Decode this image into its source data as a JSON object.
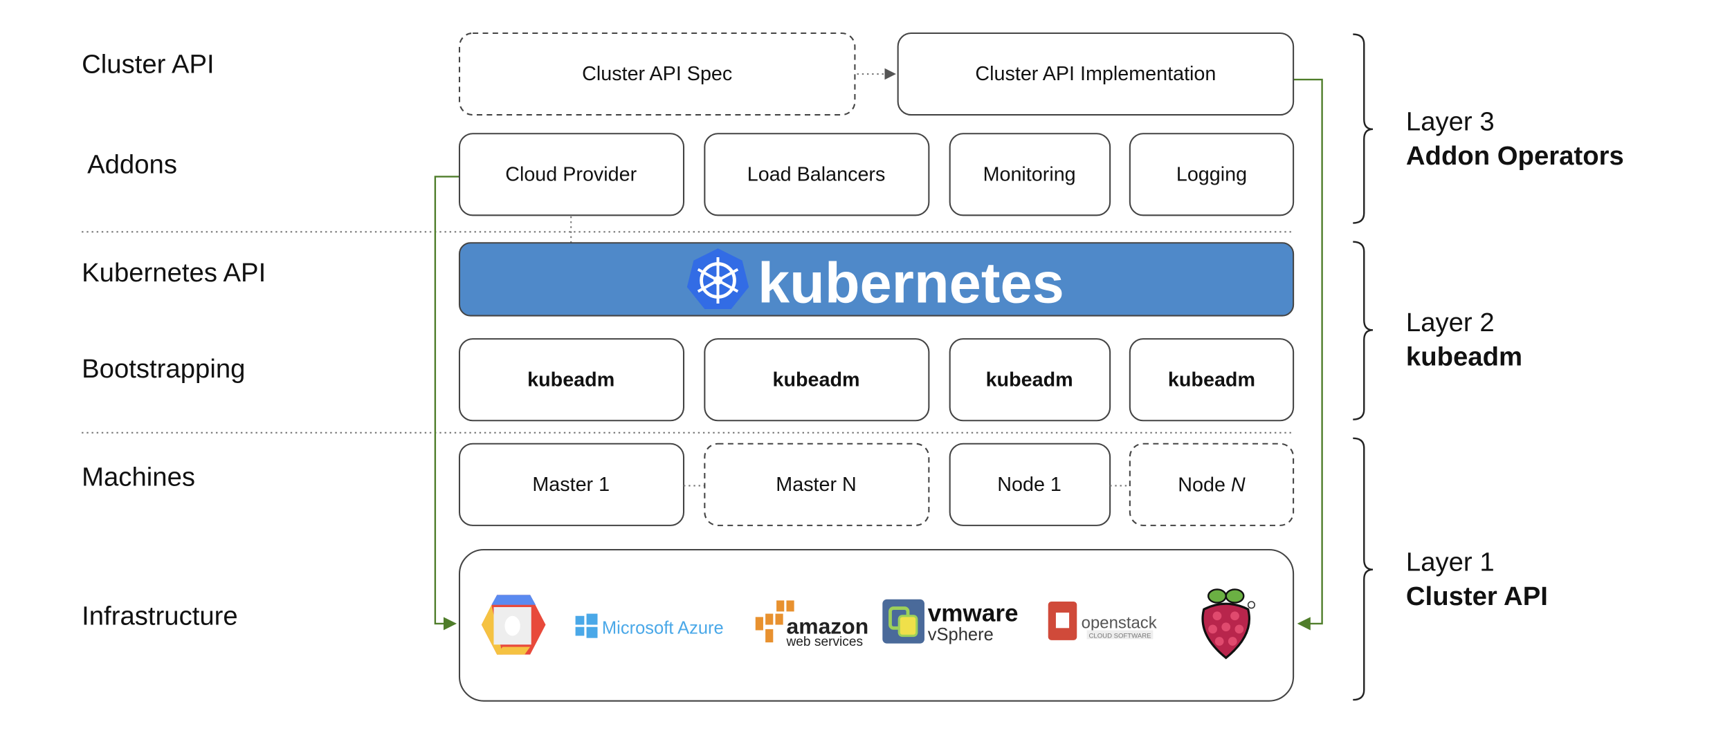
{
  "row_labels": [
    "Cluster API",
    "Addons",
    "Kubernetes API",
    "Bootstrapping",
    "Machines",
    "Infrastructure"
  ],
  "cluster_api": {
    "spec": "Cluster API Spec",
    "implementation": "Cluster API Implementation"
  },
  "addons": [
    "Cloud Provider",
    "Load Balancers",
    "Monitoring",
    "Logging"
  ],
  "kubernetes": {
    "wordmark": "kubernetes",
    "bar_color": "#4f89c9",
    "logo_color": "#326ce5"
  },
  "bootstrapping": [
    "kubeadm",
    "kubeadm",
    "kubeadm",
    "kubeadm"
  ],
  "machines": {
    "master1": "Master 1",
    "masterN": "Master N",
    "node1": "Node 1",
    "nodeN_prefix": "Node ",
    "nodeN_var": "N"
  },
  "infrastructure": {
    "logos": [
      "google-cloud-logo",
      "microsoft-azure-logo",
      "amazon-web-services-logo",
      "vmware-vsphere-logo",
      "openstack-logo",
      "raspberry-pi-logo"
    ],
    "azure": "Microsoft Azure",
    "aws_top": "amazon",
    "aws_bottom": "web services",
    "vmware": "vmware",
    "vsphere": "vSphere",
    "openstack": "openstack",
    "openstack_sub": "CLOUD SOFTWARE"
  },
  "layers": [
    {
      "layer": "Layer 3",
      "name": "Addon Operators"
    },
    {
      "layer": "Layer 2",
      "name": "kubeadm"
    },
    {
      "layer": "Layer 1",
      "name": "Cluster API"
    }
  ],
  "colors": {
    "connector": "#4f7d2a"
  }
}
